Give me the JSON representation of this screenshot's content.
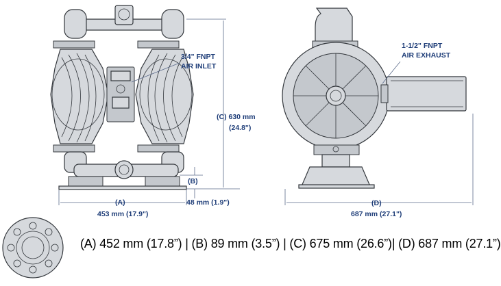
{
  "labels": {
    "air_inlet_line1": "3/4\" FNPT",
    "air_inlet_line2": "AIR INLET",
    "air_exhaust_line1": "1-1/2\" FNPT",
    "air_exhaust_line2": "AIR EXHAUST",
    "dim_c_line1": "(C) 630 mm",
    "dim_c_line2": "(24.8\")",
    "dim_b": "(B)",
    "dim_b_value": "48 mm (1.9\")",
    "dim_a": "(A)",
    "dim_a_value": "453 mm (17.9\")",
    "dim_d": "(D)",
    "dim_d_value": "687 mm (27.1\")"
  },
  "legend": "(A) 452 mm (17.8”) | (B) 89 mm (3.5”) | (C) 675 mm (26.6”)| (D) 687 mm (27.1”)"
}
